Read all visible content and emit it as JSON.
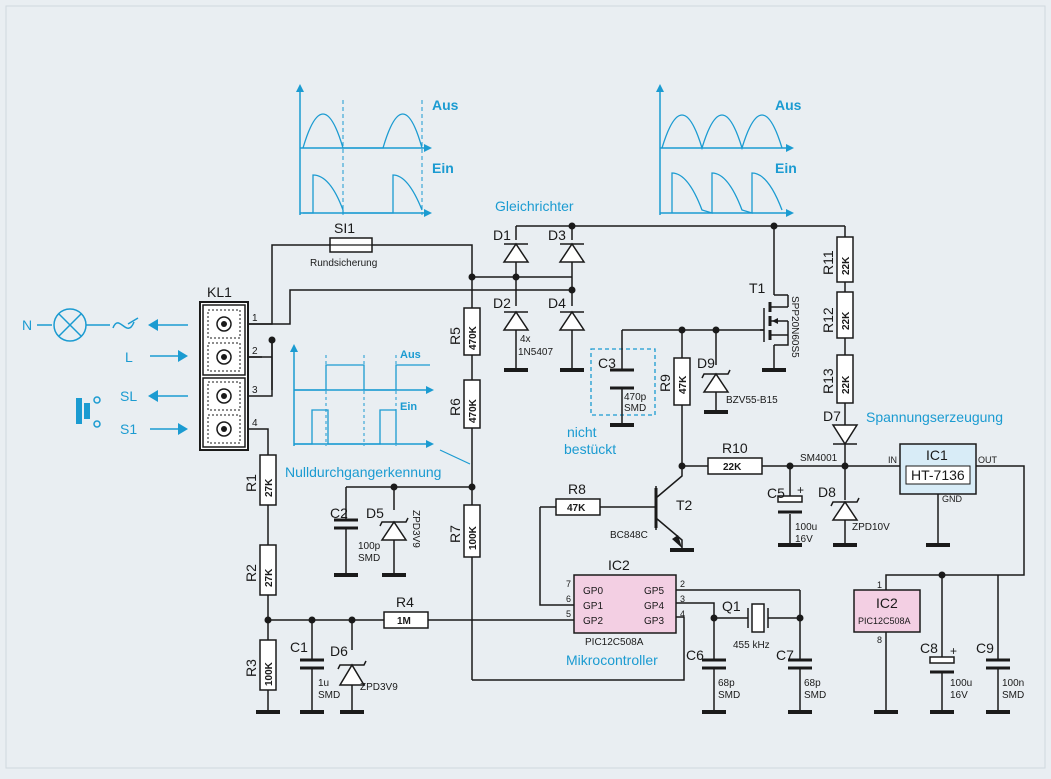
{
  "colors": {
    "accent": "#1b9bd1",
    "ic_fill": "#f3cfe3",
    "background": "#e9eef2"
  },
  "waveforms": {
    "left": {
      "off": "Aus",
      "on": "Ein"
    },
    "right": {
      "off": "Aus",
      "on": "Ein"
    },
    "zero": {
      "off": "Aus",
      "on": "Ein"
    }
  },
  "sections": {
    "rectifier": "Gleichrichter",
    "power_supply": "Spannungserzeugung",
    "zero_cross": "Nulldurchgangerkennung",
    "microcontroller": "Mikrocontroller",
    "not_fitted_1": "nicht",
    "not_fitted_2": "bestückt"
  },
  "terminal": {
    "name": "KL1",
    "pins": [
      "1",
      "2",
      "3",
      "4"
    ],
    "labels": {
      "n": "N",
      "l": "L",
      "sl": "SL",
      "s1": "S1"
    }
  },
  "components": {
    "si1": {
      "ref": "SI1",
      "desc": "Rundsicherung"
    },
    "d1": "D1",
    "d2": "D2",
    "d3": "D3",
    "d4": "D4",
    "diode_value_1": "4x",
    "diode_value_2": "1N5407",
    "t1": {
      "ref": "T1",
      "value": "SPP20N60S5"
    },
    "r11": {
      "ref": "R11",
      "value": "22K"
    },
    "r12": {
      "ref": "R12",
      "value": "22K"
    },
    "r13": {
      "ref": "R13",
      "value": "22K"
    },
    "r5": {
      "ref": "R5",
      "value": "470K"
    },
    "r6": {
      "ref": "R6",
      "value": "470K"
    },
    "r7": {
      "ref": "R7",
      "value": "100K"
    },
    "r1": {
      "ref": "R1",
      "value": "27K"
    },
    "r2": {
      "ref": "R2",
      "value": "27K"
    },
    "r3": {
      "ref": "R3",
      "value": "100K"
    },
    "r4": {
      "ref": "R4",
      "value": "1M"
    },
    "r8": {
      "ref": "R8",
      "value": "47K"
    },
    "r9": {
      "ref": "R9",
      "value": "47K"
    },
    "r10": {
      "ref": "R10",
      "value": "22K"
    },
    "c1": {
      "ref": "C1",
      "value1": "1u",
      "value2": "SMD"
    },
    "c2": {
      "ref": "C2",
      "value1": "100p",
      "value2": "SMD"
    },
    "c3": {
      "ref": "C3",
      "value1": "470p",
      "value2": "SMD"
    },
    "c5": {
      "ref": "C5",
      "value1": "100u",
      "value2": "16V"
    },
    "c6": {
      "ref": "C6",
      "value1": "68p",
      "value2": "SMD"
    },
    "c7": {
      "ref": "C7",
      "value1": "68p",
      "value2": "SMD"
    },
    "c8": {
      "ref": "C8",
      "value1": "100u",
      "value2": "16V"
    },
    "c9": {
      "ref": "C9",
      "value1": "100n",
      "value2": "SMD"
    },
    "d5": {
      "ref": "D5",
      "value": "ZPD3V9"
    },
    "d6": {
      "ref": "D6",
      "value": "ZPD3V9"
    },
    "d7": {
      "ref": "D7",
      "value": "SM4001"
    },
    "d8": {
      "ref": "D8",
      "value": "ZPD10V"
    },
    "d9": {
      "ref": "D9",
      "value": "BZV55-B15"
    },
    "t2": {
      "ref": "T2",
      "value": "BC848C"
    },
    "q1": {
      "ref": "Q1",
      "value": "455 kHz"
    },
    "ic1": {
      "ref": "IC1",
      "part": "HT-7136",
      "in": "IN",
      "out": "OUT",
      "gnd": "GND"
    },
    "ic2": {
      "ref": "IC2",
      "part": "PIC12C508A",
      "pins_left": [
        "GP0",
        "GP1",
        "GP2"
      ],
      "pins_right": [
        "GP5",
        "GP4",
        "GP3"
      ],
      "pin_nums_left": [
        "7",
        "6",
        "5"
      ],
      "pin_nums_right": [
        "2",
        "3",
        "4"
      ]
    },
    "ic2b": {
      "ref": "IC2",
      "part": "PIC12C508A",
      "pin_top": "1",
      "pin_bottom": "8"
    }
  }
}
